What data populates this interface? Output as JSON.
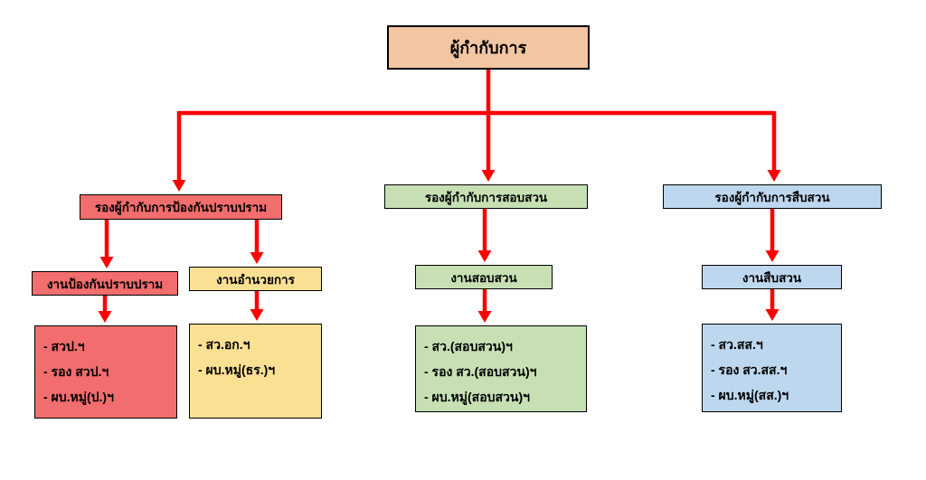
{
  "diagram": {
    "type": "org-chart",
    "root": {
      "label": "ผู้กำกับการ",
      "fill": "#F2C6A2"
    },
    "deputies": [
      {
        "label": "รองผู้กำกับการป้องกันปราบปราม",
        "fill": "#F26D6D"
      },
      {
        "label": "รองผู้กำกับการสอบสวน",
        "fill": "#C6E0B4"
      },
      {
        "label": "รองผู้กำกับการสืบสวน",
        "fill": "#BDD7EE"
      }
    ],
    "units": [
      {
        "label": "งานป้องกันปราบปราม",
        "fill": "#F26D6D",
        "parent": "รองผู้กำกับการป้องกันปราบปราม"
      },
      {
        "label": "งานอำนวยการ",
        "fill": "#FAE093",
        "parent": "รองผู้กำกับการป้องกันปราบปราม"
      },
      {
        "label": "งานสอบสวน",
        "fill": "#C6E0B4",
        "parent": "รองผู้กำกับการสอบสวน"
      },
      {
        "label": "งานสืบสวน",
        "fill": "#BDD7EE",
        "parent": "รองผู้กำกับการสืบสวน"
      }
    ],
    "staff_lists": [
      {
        "parent": "งานป้องกันปราบปราม",
        "fill": "#F26D6D",
        "items": [
          "- สวป.ฯ",
          "- รอง สวป.ฯ",
          "- ผบ.หมู่(ป.)ฯ"
        ]
      },
      {
        "parent": "งานอำนวยการ",
        "fill": "#FAE093",
        "items": [
          "- สว.อก.ฯ",
          "- ผบ.หมู่(ธร.)ฯ"
        ]
      },
      {
        "parent": "งานสอบสวน",
        "fill": "#C6E0B4",
        "items": [
          "- สว.(สอบสวน)ฯ",
          "- รอง สว.(สอบสวน)ฯ",
          "- ผบ.หมู่(สอบสวน)ฯ"
        ]
      },
      {
        "parent": "งานสืบสวน",
        "fill": "#BDD7EE",
        "items": [
          "- สว.สส.ฯ",
          "- รอง สว.สส.ฯ",
          "- ผบ.หมู่(สส.)ฯ"
        ]
      }
    ],
    "colors": {
      "arrow": "#FE0000",
      "border": "#000000",
      "background": "#FFFFFF",
      "root_fill": "#F2C6A2",
      "red_fill": "#F26D6D",
      "yellow_fill": "#FAE093",
      "green_fill": "#C6E0B4",
      "blue_fill": "#BDD7EE"
    }
  }
}
